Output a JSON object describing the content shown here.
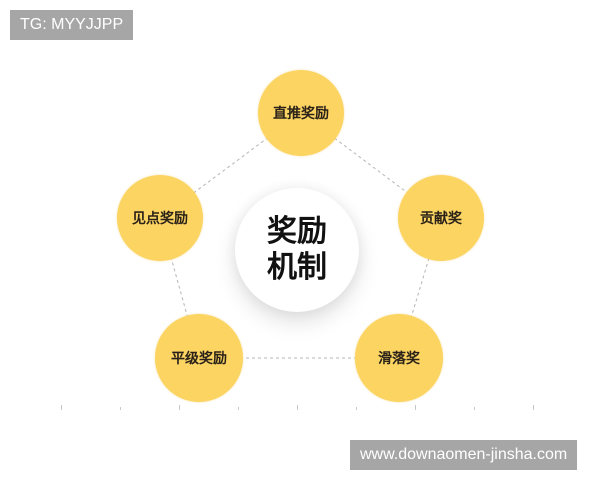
{
  "watermark_top": "TG: MYYJJPP",
  "watermark_bottom": "www.downaomen-jinsha.com",
  "center": {
    "line1": "奖励",
    "line2": "机制"
  },
  "nodes": [
    {
      "label": "直推奖励"
    },
    {
      "label": "贡献奖"
    },
    {
      "label": "滑落奖"
    },
    {
      "label": "平级奖励"
    },
    {
      "label": "见点奖励"
    }
  ],
  "colors": {
    "node_fill": "#fcd462",
    "node_text": "#2a2218",
    "center_text": "#111111",
    "badge_bg": "#a6a6a6"
  }
}
